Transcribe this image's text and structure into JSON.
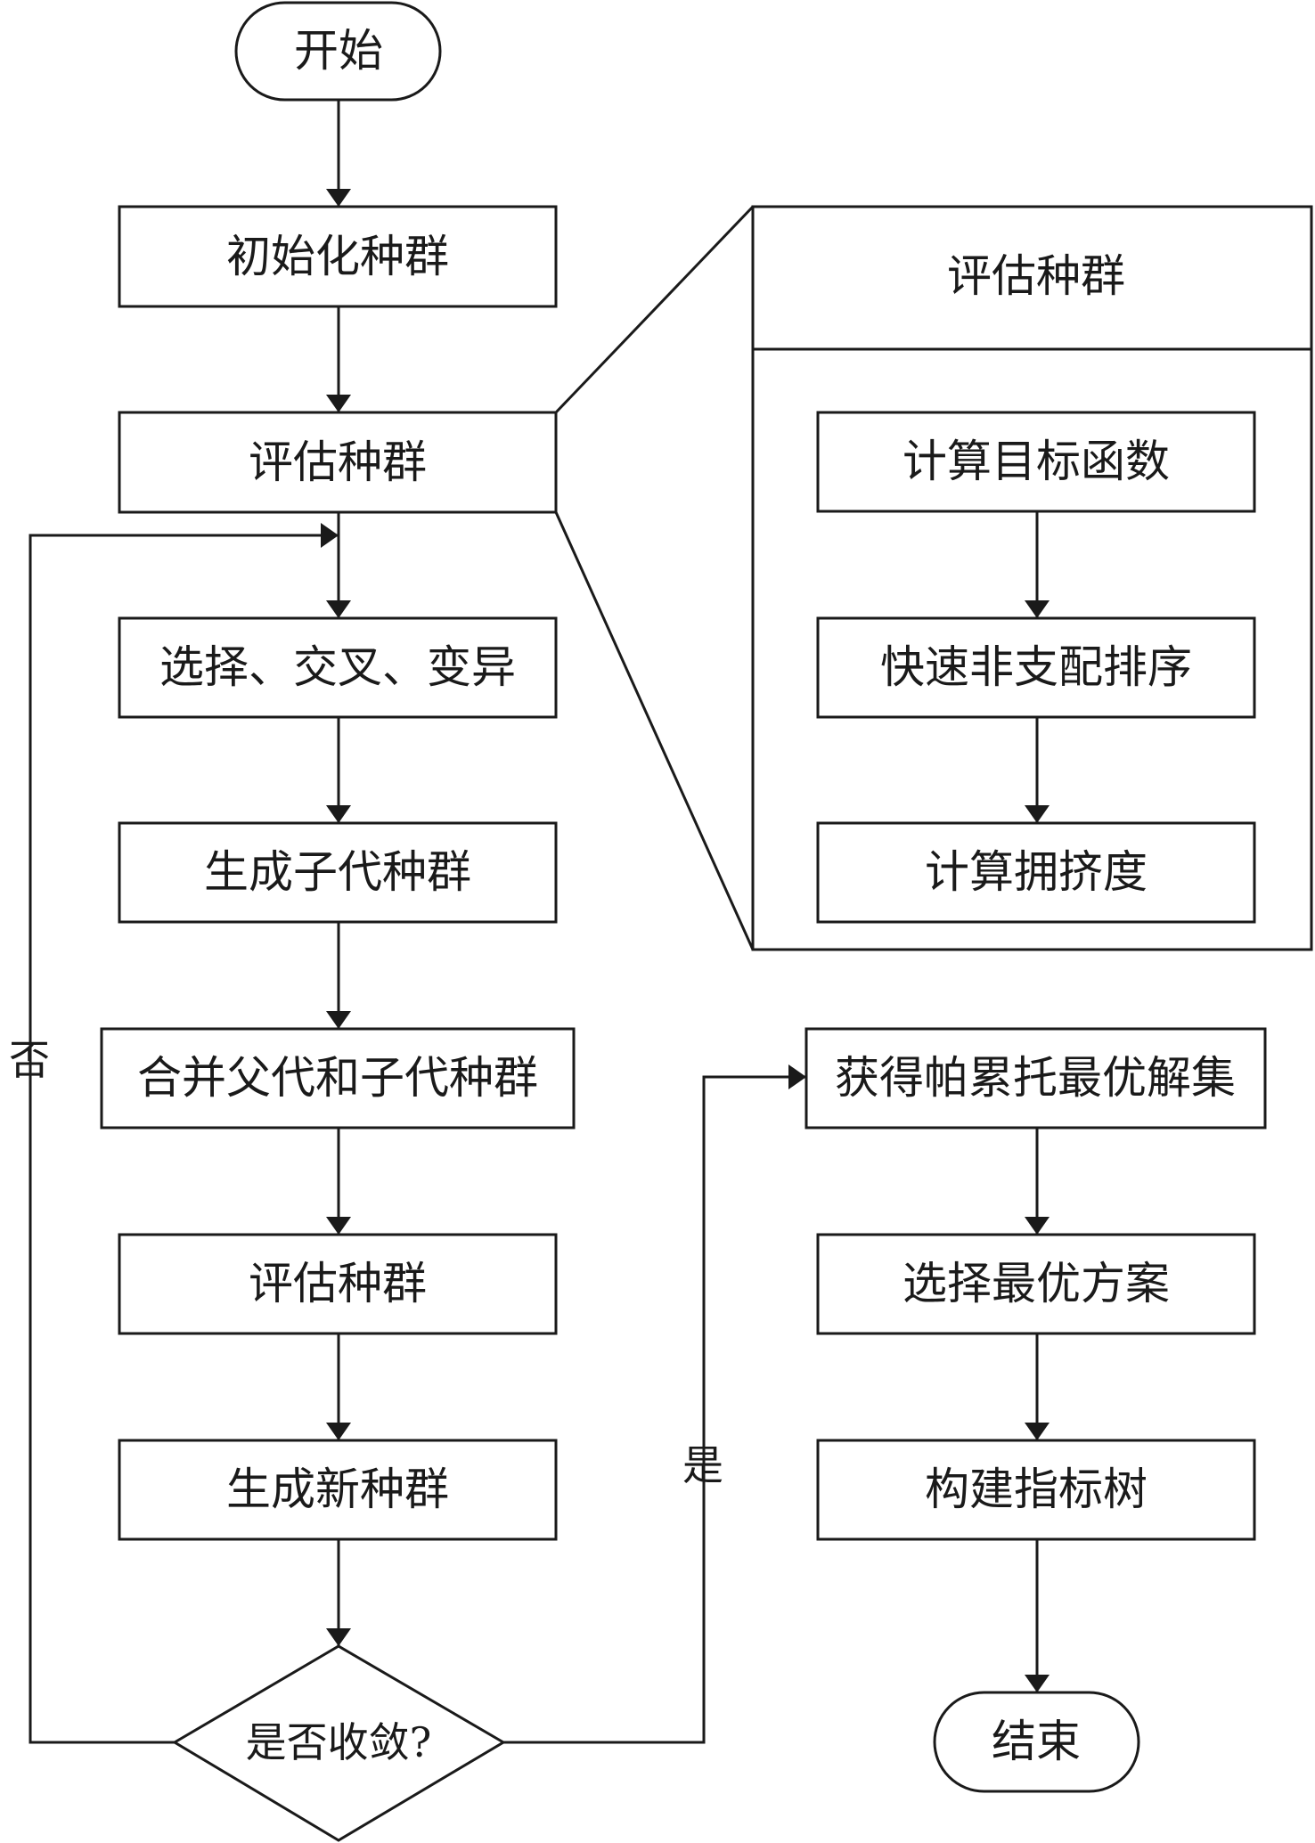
{
  "nodes": {
    "start": "开始",
    "init_population": "初始化种群",
    "evaluate_population_1": "评估种群",
    "select_crossover_mutate": "选择、交叉、变异",
    "generate_offspring": "生成子代种群",
    "merge_populations": "合并父代和子代种群",
    "evaluate_population_2": "评估种群",
    "generate_new_population": "生成新种群",
    "converged_decision": "是否收敛?",
    "pareto_set": "获得帕累托最优解集",
    "select_best_plan": "选择最优方案",
    "build_indicator_tree": "构建指标树",
    "end": "结束"
  },
  "detail_panel": {
    "title": "评估种群",
    "steps": [
      "计算目标函数",
      "快速非支配排序",
      "计算拥挤度"
    ]
  },
  "edge_labels": {
    "no": "否",
    "yes": "是"
  }
}
